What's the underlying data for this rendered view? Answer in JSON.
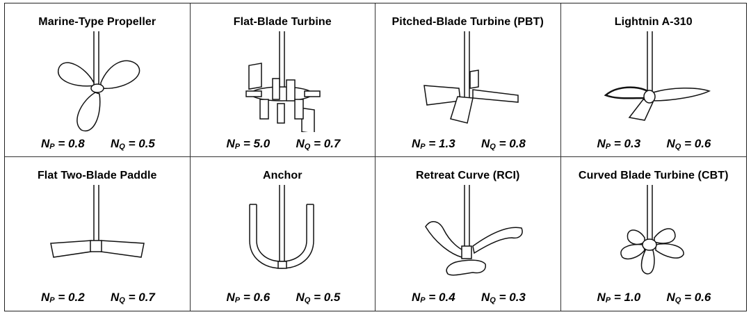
{
  "impellers": [
    {
      "name": "Marine-Type Propeller",
      "np_symbol": "N",
      "np_sub": "P",
      "np_value": "0.8",
      "nq_symbol": "N",
      "nq_sub": "Q",
      "nq_value": "0.5",
      "icon": "marine-propeller-icon"
    },
    {
      "name": "Flat-Blade Turbine",
      "np_symbol": "N",
      "np_sub": "P",
      "np_value": "5.0",
      "nq_symbol": "N",
      "nq_sub": "Q",
      "nq_value": "0.7",
      "icon": "flat-blade-turbine-icon"
    },
    {
      "name": "Pitched-Blade Turbine (PBT)",
      "np_symbol": "N",
      "np_sub": "P",
      "np_value": "1.3",
      "nq_symbol": "N",
      "nq_sub": "Q",
      "nq_value": "0.8",
      "icon": "pitched-blade-turbine-icon"
    },
    {
      "name": "Lightnin A-310",
      "np_symbol": "N",
      "np_sub": "P",
      "np_value": "0.3",
      "nq_symbol": "N",
      "nq_sub": "Q",
      "nq_value": "0.6",
      "icon": "lightnin-a310-icon"
    },
    {
      "name": "Flat Two-Blade Paddle",
      "np_symbol": "N",
      "np_sub": "P",
      "np_value": "0.2",
      "nq_symbol": "N",
      "nq_sub": "Q",
      "nq_value": "0.7",
      "icon": "two-blade-paddle-icon"
    },
    {
      "name": "Anchor",
      "np_symbol": "N",
      "np_sub": "P",
      "np_value": "0.6",
      "nq_symbol": "N",
      "nq_sub": "Q",
      "nq_value": "0.5",
      "icon": "anchor-impeller-icon"
    },
    {
      "name": "Retreat Curve (RCI)",
      "np_symbol": "N",
      "np_sub": "P",
      "np_value": "0.4",
      "nq_symbol": "N",
      "nq_sub": "Q",
      "nq_value": "0.3",
      "icon": "retreat-curve-icon"
    },
    {
      "name": "Curved Blade Turbine (CBT)",
      "np_symbol": "N",
      "np_sub": "P",
      "np_value": "1.0",
      "nq_symbol": "N",
      "nq_sub": "Q",
      "nq_value": "0.6",
      "icon": "curved-blade-turbine-icon"
    }
  ],
  "equals": "="
}
